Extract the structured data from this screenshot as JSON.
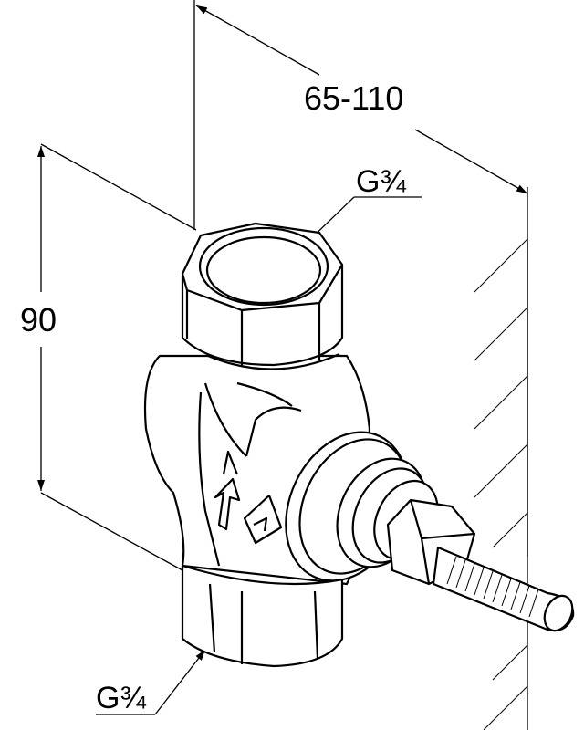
{
  "dimensions": {
    "depth_range": "65-110",
    "height": "90",
    "top_thread": "G¾",
    "bottom_thread": "G¾"
  }
}
